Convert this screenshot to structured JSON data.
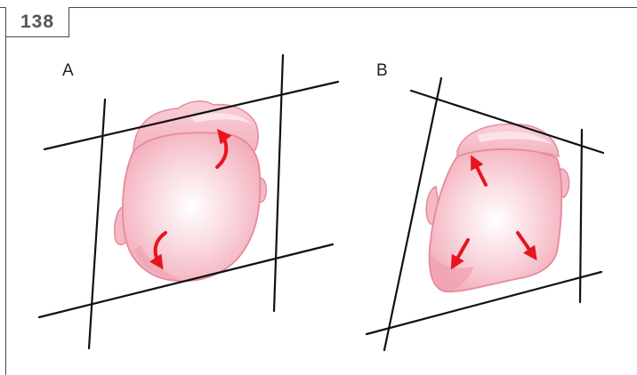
{
  "figure": {
    "number": "138"
  },
  "panels": [
    {
      "label": "A"
    },
    {
      "label": "B"
    }
  ],
  "colors": {
    "frame": "#4a4a4a",
    "line": "#111111",
    "head_fill": "#f7b8c4",
    "head_outline": "#e68a9c",
    "arrow": "#e8141e"
  }
}
